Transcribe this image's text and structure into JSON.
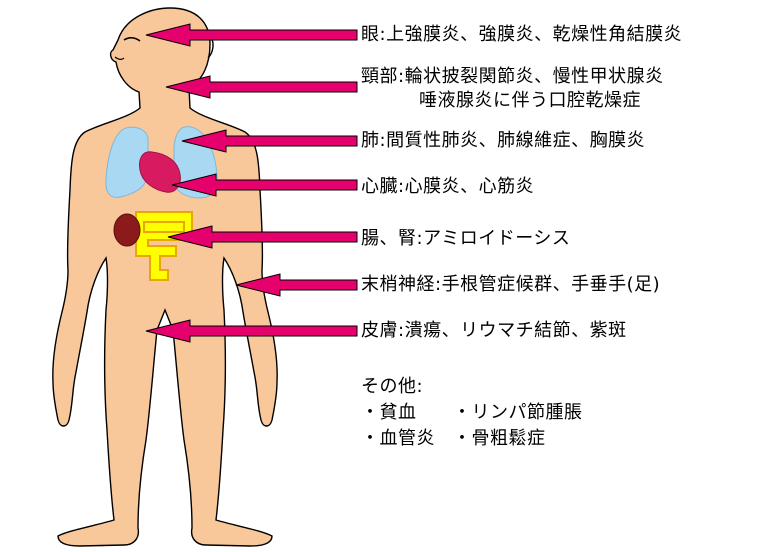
{
  "colors": {
    "skin": "#F8C79A",
    "skin_outline": "#000000",
    "lung": "#A9D8F2",
    "heart": "#D81B60",
    "intestine": "#FFFF00",
    "intestine_outline": "#E8A800",
    "kidney": "#8B1A1A",
    "arrow": "#E6006E"
  },
  "labels": {
    "eye": {
      "organ": "眼:",
      "conditions": "上強膜炎、強膜炎、乾燥性角結膜炎"
    },
    "neck": {
      "organ": "頸部:",
      "conditions": "輪状披裂関節炎、慢性甲状腺炎",
      "conditions2": "唾液腺炎に伴う口腔乾燥症"
    },
    "lung": {
      "organ": "肺:",
      "conditions": "間質性肺炎、肺線維症、胸膜炎"
    },
    "heart": {
      "organ": "心臓:",
      "conditions": "心膜炎、心筋炎"
    },
    "gut": {
      "organ": "腸、腎:",
      "conditions": "アミロイドーシス"
    },
    "nerve": {
      "organ": "末梢神経:",
      "conditions": "手根管症候群、手垂手(足)"
    },
    "skin": {
      "organ": "皮膚:",
      "conditions": "潰瘍、リウマチ結節、紫斑"
    }
  },
  "other": {
    "heading": "その他:",
    "row1_left": "・貧血",
    "row1_right": "・リンパ節腫脹",
    "row2_left": "・血管炎",
    "row2_right": "・骨粗鬆症"
  }
}
